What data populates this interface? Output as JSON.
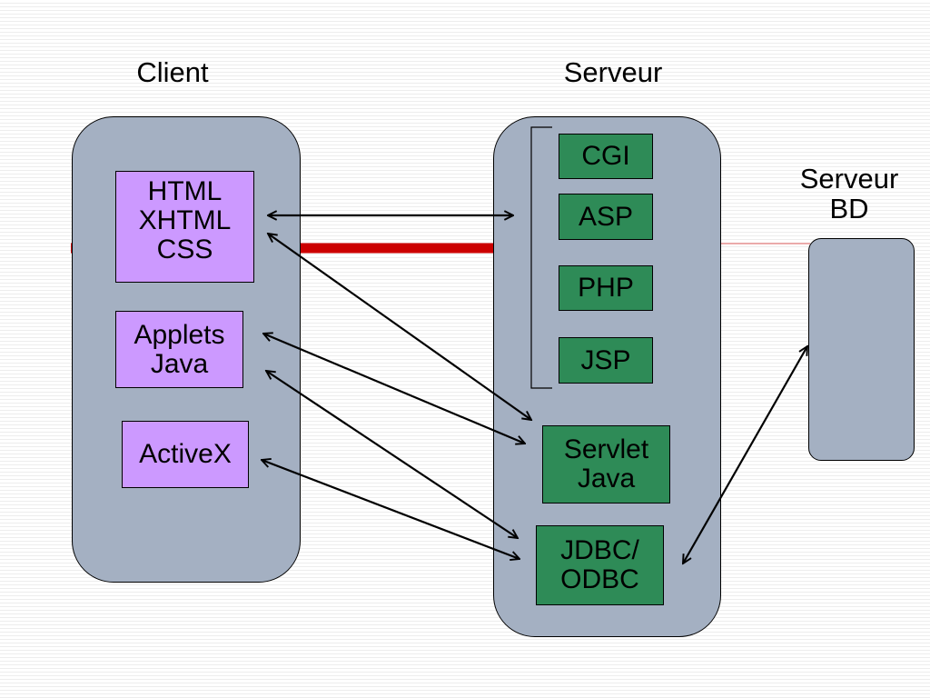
{
  "headings": {
    "client": "Client",
    "server": "Serveur",
    "db_server": [
      "Serveur",
      "BD"
    ]
  },
  "client_components": [
    {
      "lines": [
        "HTML",
        "XHTML",
        "CSS"
      ]
    },
    {
      "lines": [
        "Applets",
        "Java"
      ]
    },
    {
      "lines": [
        "ActiveX"
      ]
    }
  ],
  "server_components": [
    {
      "lines": [
        "CGI"
      ]
    },
    {
      "lines": [
        "ASP"
      ]
    },
    {
      "lines": [
        "PHP"
      ]
    },
    {
      "lines": [
        "JSP"
      ]
    },
    {
      "lines": [
        "Servlet",
        "Java"
      ]
    },
    {
      "lines": [
        "JDBC/",
        "ODBC"
      ]
    }
  ],
  "colors": {
    "panel": "#a4b0c2",
    "client_box": "#cc99ff",
    "server_box": "#2e8b57",
    "accent_line": "#cc0000"
  }
}
